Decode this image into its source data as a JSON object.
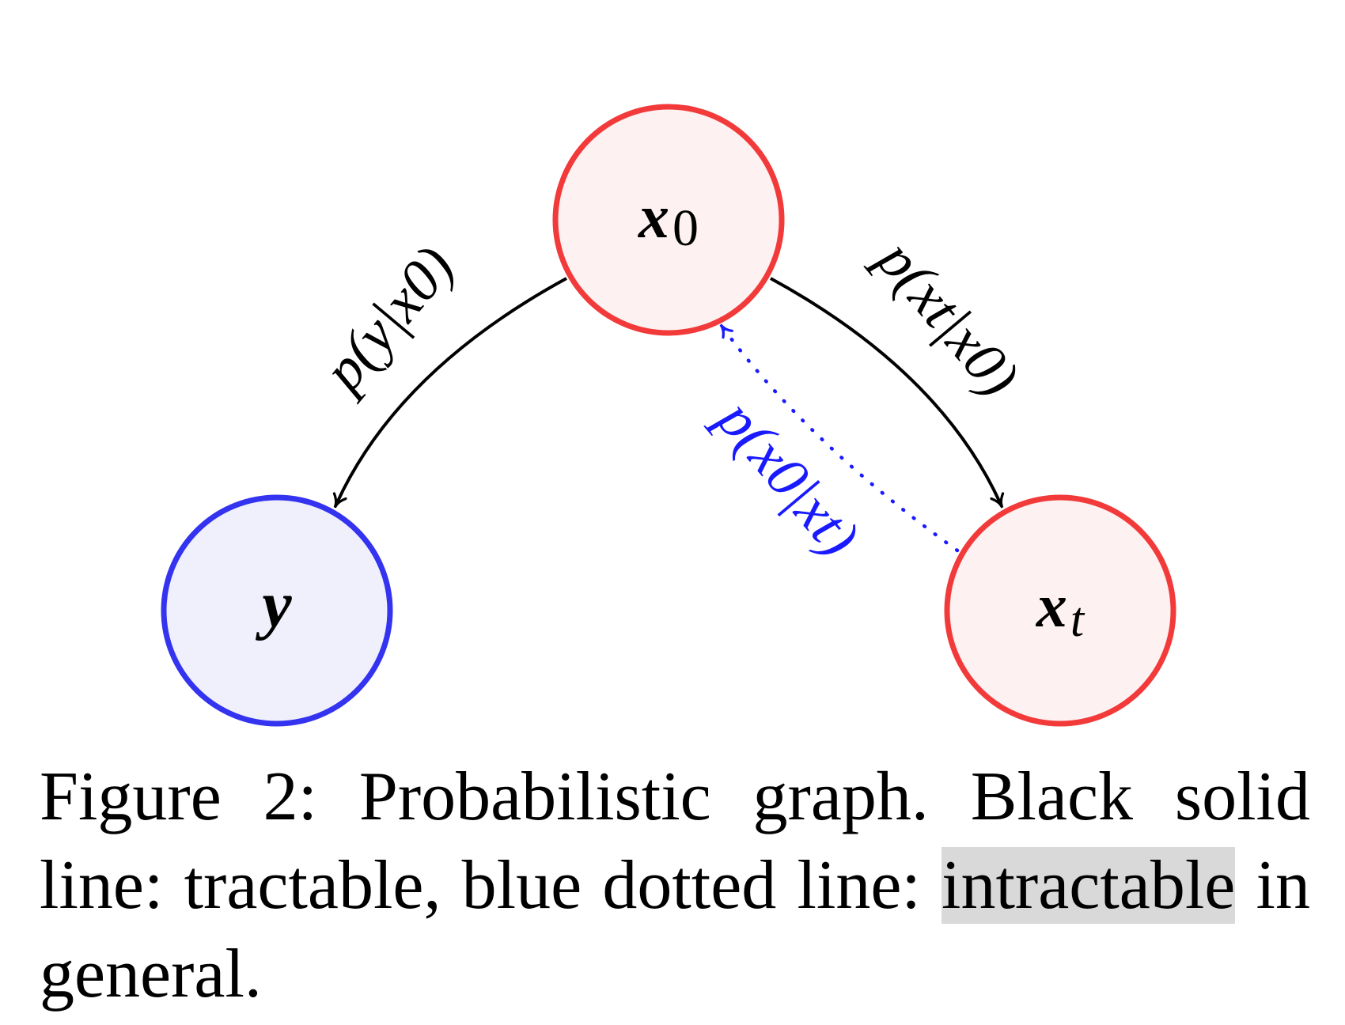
{
  "diagram": {
    "nodes": {
      "x0": {
        "symbol": "x",
        "subscript": "0",
        "border_color": "#f23a3a",
        "fill_color": "#fef1f1"
      },
      "y": {
        "symbol": "y",
        "subscript": "",
        "border_color": "#3333f0",
        "fill_color": "#f0f0fd"
      },
      "xt": {
        "symbol": "x",
        "subscript": "t",
        "border_color": "#f23a3a",
        "fill_color": "#fef1f1"
      }
    },
    "edges": {
      "y_given_x0": {
        "text": "p(y|x0)",
        "style": "solid",
        "color": "#000000"
      },
      "xt_given_x0": {
        "text": "p(xt|x0)",
        "style": "solid",
        "color": "#000000"
      },
      "x0_given_xt": {
        "text": "p(x0|xt)",
        "style": "dotted",
        "color": "#1a1aff"
      }
    }
  },
  "caption": {
    "part1": "Figure 2: Probabilistic graph. Black solid line: tractable, blue dotted line: ",
    "highlight": "intractable",
    "part2": " in general.",
    "highlight_color": "#d9d9d9"
  }
}
